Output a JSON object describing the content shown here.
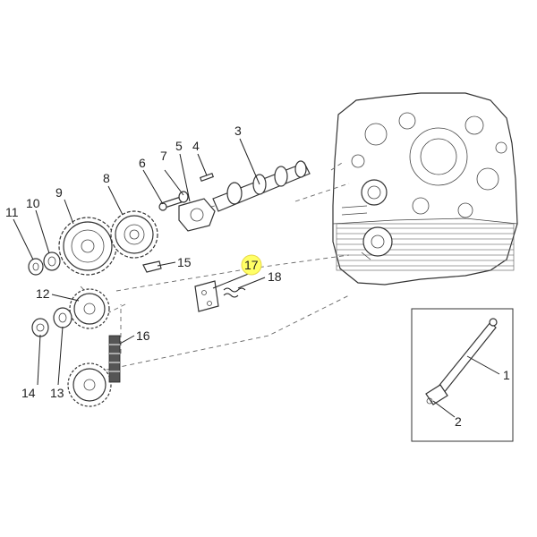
{
  "callouts": [
    "1",
    "2",
    "3",
    "4",
    "5",
    "6",
    "7",
    "8",
    "9",
    "10",
    "11",
    "12",
    "13",
    "14",
    "15",
    "16",
    "17",
    "18"
  ],
  "highlight_color": "#ffff66",
  "line_color": "#333333"
}
